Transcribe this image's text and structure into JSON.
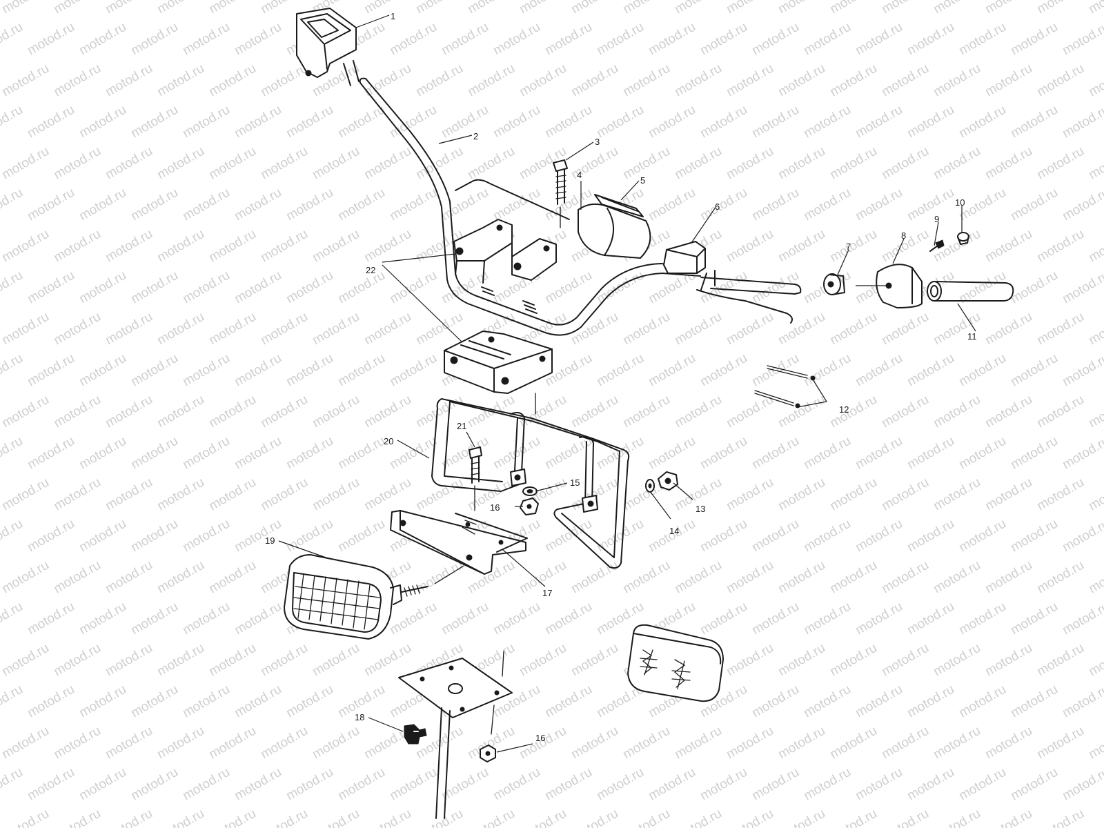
{
  "watermark": {
    "text": "motod.ru",
    "color": "#cfcfcf"
  },
  "colors": {
    "ink": "#1a1a1a",
    "background": "#ffffff"
  },
  "callouts": [
    {
      "id": "c1",
      "label": "1"
    },
    {
      "id": "c2",
      "label": "2"
    },
    {
      "id": "c3",
      "label": "3"
    },
    {
      "id": "c4",
      "label": "4"
    },
    {
      "id": "c5",
      "label": "5"
    },
    {
      "id": "c6",
      "label": "6"
    },
    {
      "id": "c7",
      "label": "7"
    },
    {
      "id": "c8",
      "label": "8"
    },
    {
      "id": "c9",
      "label": "9"
    },
    {
      "id": "c10",
      "label": "10"
    },
    {
      "id": "c11",
      "label": "11"
    },
    {
      "id": "c12",
      "label": "12"
    },
    {
      "id": "c13",
      "label": "13"
    },
    {
      "id": "c14",
      "label": "14"
    },
    {
      "id": "c15",
      "label": "15"
    },
    {
      "id": "c16a",
      "label": "16"
    },
    {
      "id": "c16b",
      "label": "16"
    },
    {
      "id": "c17",
      "label": "17"
    },
    {
      "id": "c18",
      "label": "18"
    },
    {
      "id": "c19",
      "label": "19"
    },
    {
      "id": "c20",
      "label": "20"
    },
    {
      "id": "c21",
      "label": "21"
    },
    {
      "id": "c22",
      "label": "22"
    }
  ]
}
